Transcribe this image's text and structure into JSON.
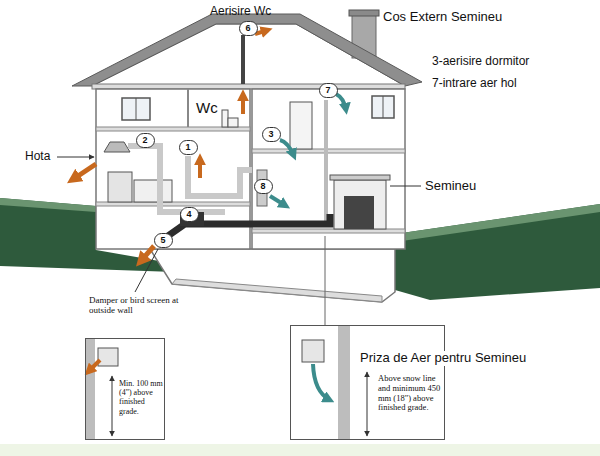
{
  "diagram": {
    "nodes": [
      {
        "text": [
          "6"
        ]
      },
      {
        "text": [
          "7"
        ]
      },
      {
        "text": [
          "3"
        ]
      },
      {
        "text": [
          "2"
        ]
      },
      {
        "text": [
          "1"
        ]
      },
      {
        "text": [
          "8"
        ]
      },
      {
        "text": [
          "4"
        ]
      },
      {
        "text": [
          "5"
        ]
      },
      {
        "text": [
          "Damper or bird screen at outside wall",
          "Min. 100 mm (4\") above finished grade."
        ]
      },
      {
        "text": [
          "Priza de Aer pentru Semineu",
          "Above snow line and minimum 450 mm (18\") above finished grade."
        ]
      }
    ],
    "labels": [
      "Aerisire Wc",
      "Cos Extern Semineu",
      "3-aerisire dormitor",
      "7-intrare aer hol",
      "Wc",
      "Hota",
      "Semineu"
    ]
  }
}
